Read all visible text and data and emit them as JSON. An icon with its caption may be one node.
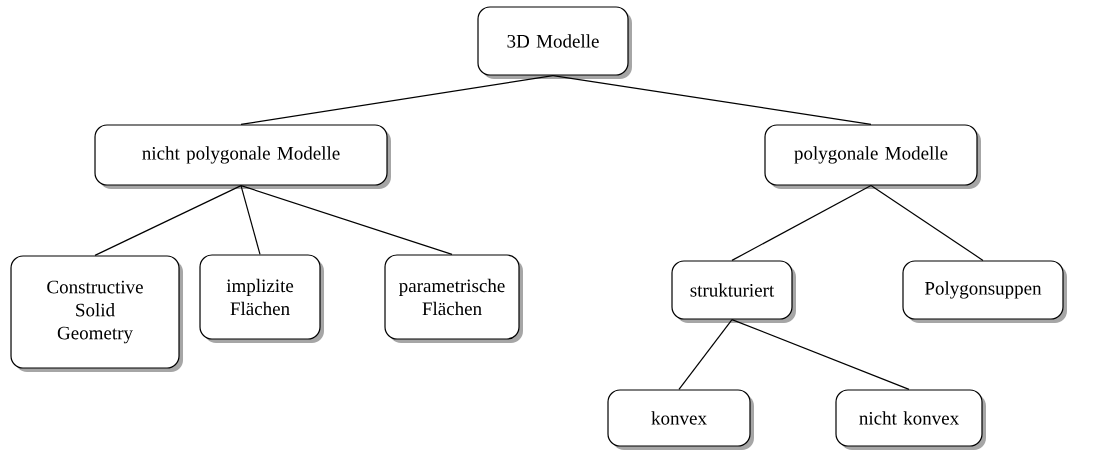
{
  "diagram": {
    "nodes": [
      {
        "text": [
          "3D Modelle"
        ]
      },
      {
        "text": [
          "nicht polygonale Modelle"
        ]
      },
      {
        "text": [
          "polygonale Modelle"
        ]
      },
      {
        "text": [
          "Constructive Solid Geometry"
        ]
      },
      {
        "text": [
          "implizite Flächen"
        ]
      },
      {
        "text": [
          "parametrische Flächen"
        ]
      },
      {
        "text": [
          "strukturiert"
        ]
      },
      {
        "text": [
          "Polygonsuppen"
        ]
      },
      {
        "text": [
          "konvex"
        ]
      },
      {
        "text": [
          "nicht konvex"
        ]
      }
    ],
    "edges": [
      {
        "from": 0,
        "to": 1,
        "arrow": "none"
      },
      {
        "from": 0,
        "to": 2,
        "arrow": "none"
      },
      {
        "from": 1,
        "to": 3,
        "arrow": "none"
      },
      {
        "from": 1,
        "to": 4,
        "arrow": "none"
      },
      {
        "from": 1,
        "to": 5,
        "arrow": "none"
      },
      {
        "from": 2,
        "to": 6,
        "arrow": "none"
      },
      {
        "from": 2,
        "to": 7,
        "arrow": "none"
      },
      {
        "from": 6,
        "to": 8,
        "arrow": "none"
      },
      {
        "from": 6,
        "to": 9,
        "arrow": "none"
      }
    ]
  }
}
